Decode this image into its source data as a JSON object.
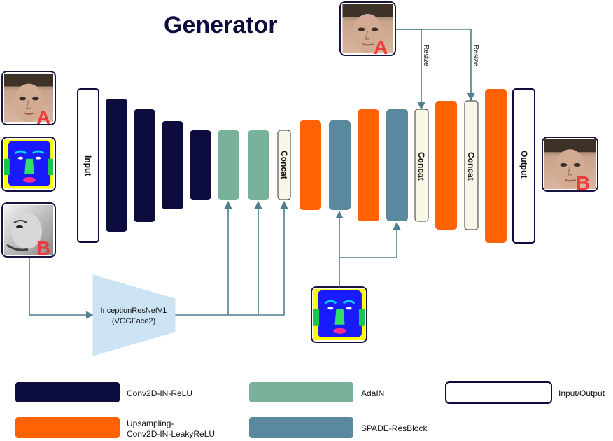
{
  "title": "Generator",
  "colors": {
    "conv": "#0c0c3e",
    "adain": "#78b29b",
    "upsample": "#ff6105",
    "spade": "#5a889e",
    "concat": "#f8f6e6",
    "io": "#ffffff",
    "wire": "#4f7f8f",
    "encoder": "#cce3f3",
    "letter": "#ee3b3b"
  },
  "blocks": {
    "input": "Input",
    "concat_1": "Concat",
    "concat_2": "Concat",
    "concat_3": "Concat",
    "output": "Output"
  },
  "resize": [
    "Resize",
    "Resize"
  ],
  "encoder": {
    "line1": "InceptionResNetV1",
    "line2": "(VGGFace2)"
  },
  "images": {
    "source_face_a": {
      "letter": "A",
      "icon": "face-photo"
    },
    "landmark_map_left": {
      "icon": "segmentation-mask"
    },
    "identity_face_b": {
      "letter": "B",
      "icon": "face-photo-grayscale"
    },
    "top_face_a": {
      "letter": "A",
      "icon": "face-photo"
    },
    "output_face_b": {
      "letter": "B",
      "icon": "face-photo"
    },
    "landmark_map_bottom": {
      "icon": "segmentation-mask"
    }
  },
  "legend": {
    "conv": "Conv2D-IN-ReLU",
    "adain": "AdaIN",
    "io": "Input/Output",
    "upsample_line1": "Upsampling-",
    "upsample_line2": "Conv2D-IN-LeakyReLU",
    "spade": "SPADE-ResBlock"
  }
}
